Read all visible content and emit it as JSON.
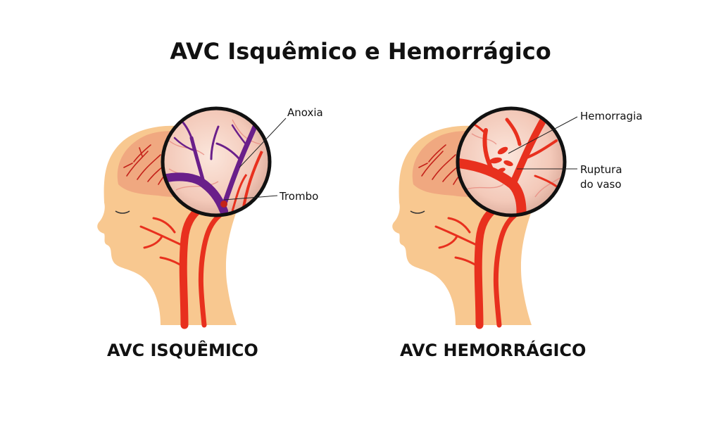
{
  "title": "AVC Isquêmico e Hemorrágico",
  "panels": {
    "left": {
      "caption": "AVC ISQUÊMICO",
      "labels": {
        "anoxia": "Anoxia",
        "trombo": "Trombo"
      }
    },
    "right": {
      "caption": "AVC HEMORRÁGICO",
      "labels": {
        "hemorragia": "Hemorragia",
        "ruptura_line1": "Ruptura",
        "ruptura_line2": "do vaso"
      }
    }
  },
  "colors": {
    "skin": "#f8c890",
    "artery": "#e8301e",
    "artery_dark": "#c4221a",
    "brain": "#f0a880",
    "occluded_vessel": "#6a1f8a",
    "lens_bg": "#f6d2c4",
    "outline": "#111111"
  }
}
